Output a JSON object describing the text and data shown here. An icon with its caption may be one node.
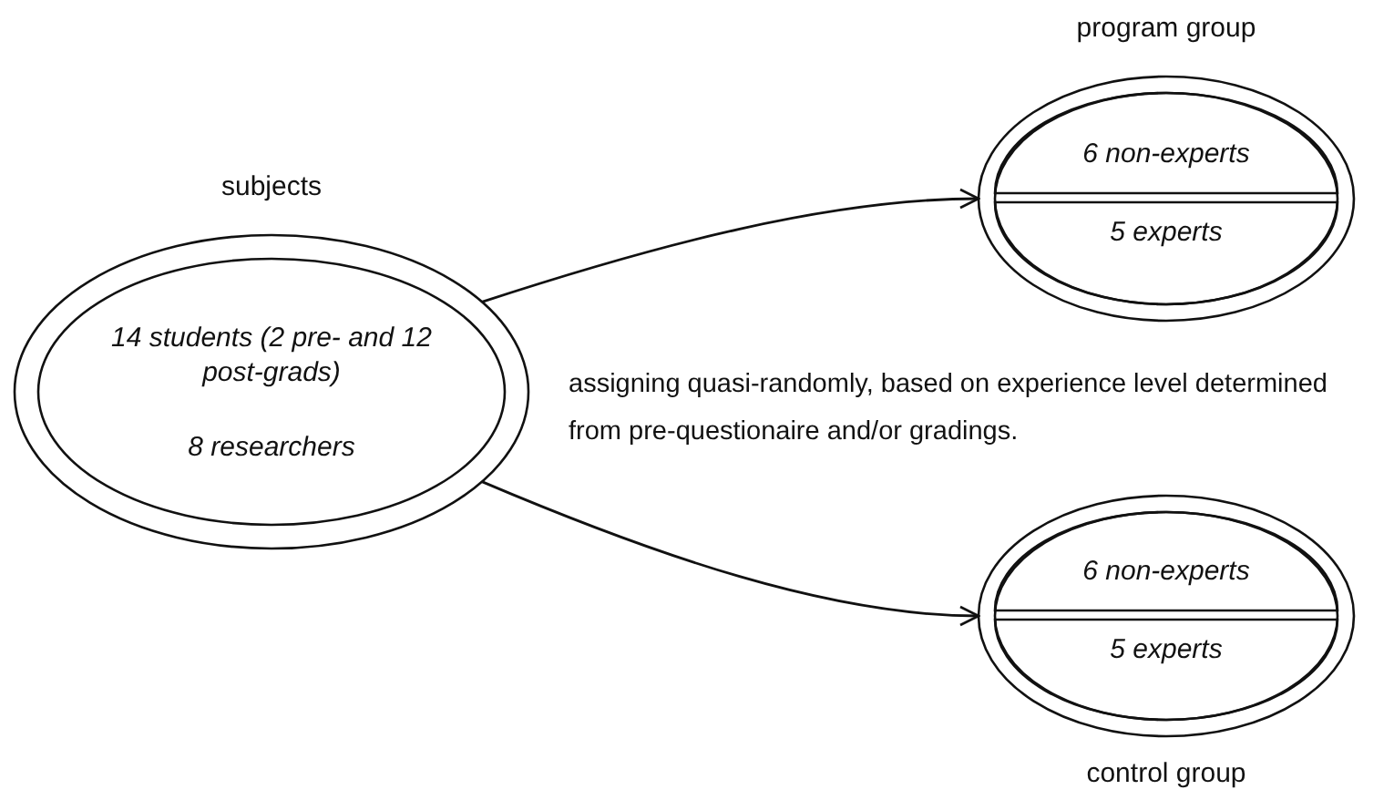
{
  "diagram": {
    "nodes": [
      {
        "text": [
          "subjects",
          "14 students (2 pre- and 12 post-grads)",
          "8 researchers"
        ]
      },
      {
        "text": [
          "program group"
        ]
      },
      {
        "text": [
          "6 non-experts"
        ],
        "in": 1
      },
      {
        "text": [
          "5 experts"
        ],
        "in": 1
      },
      {
        "text": [
          "control group"
        ]
      },
      {
        "text": [
          "6 non-experts"
        ],
        "in": 4
      },
      {
        "text": [
          "5 experts"
        ],
        "in": 4
      }
    ],
    "edges": [
      {
        "from": 0,
        "to": 1,
        "arrow": "to"
      },
      {
        "from": 0,
        "to": 4,
        "arrow": "to"
      }
    ],
    "labels": [
      "assigning quasi-randomly, based on experience level determined from pre-questionaire and/or gradings."
    ]
  }
}
